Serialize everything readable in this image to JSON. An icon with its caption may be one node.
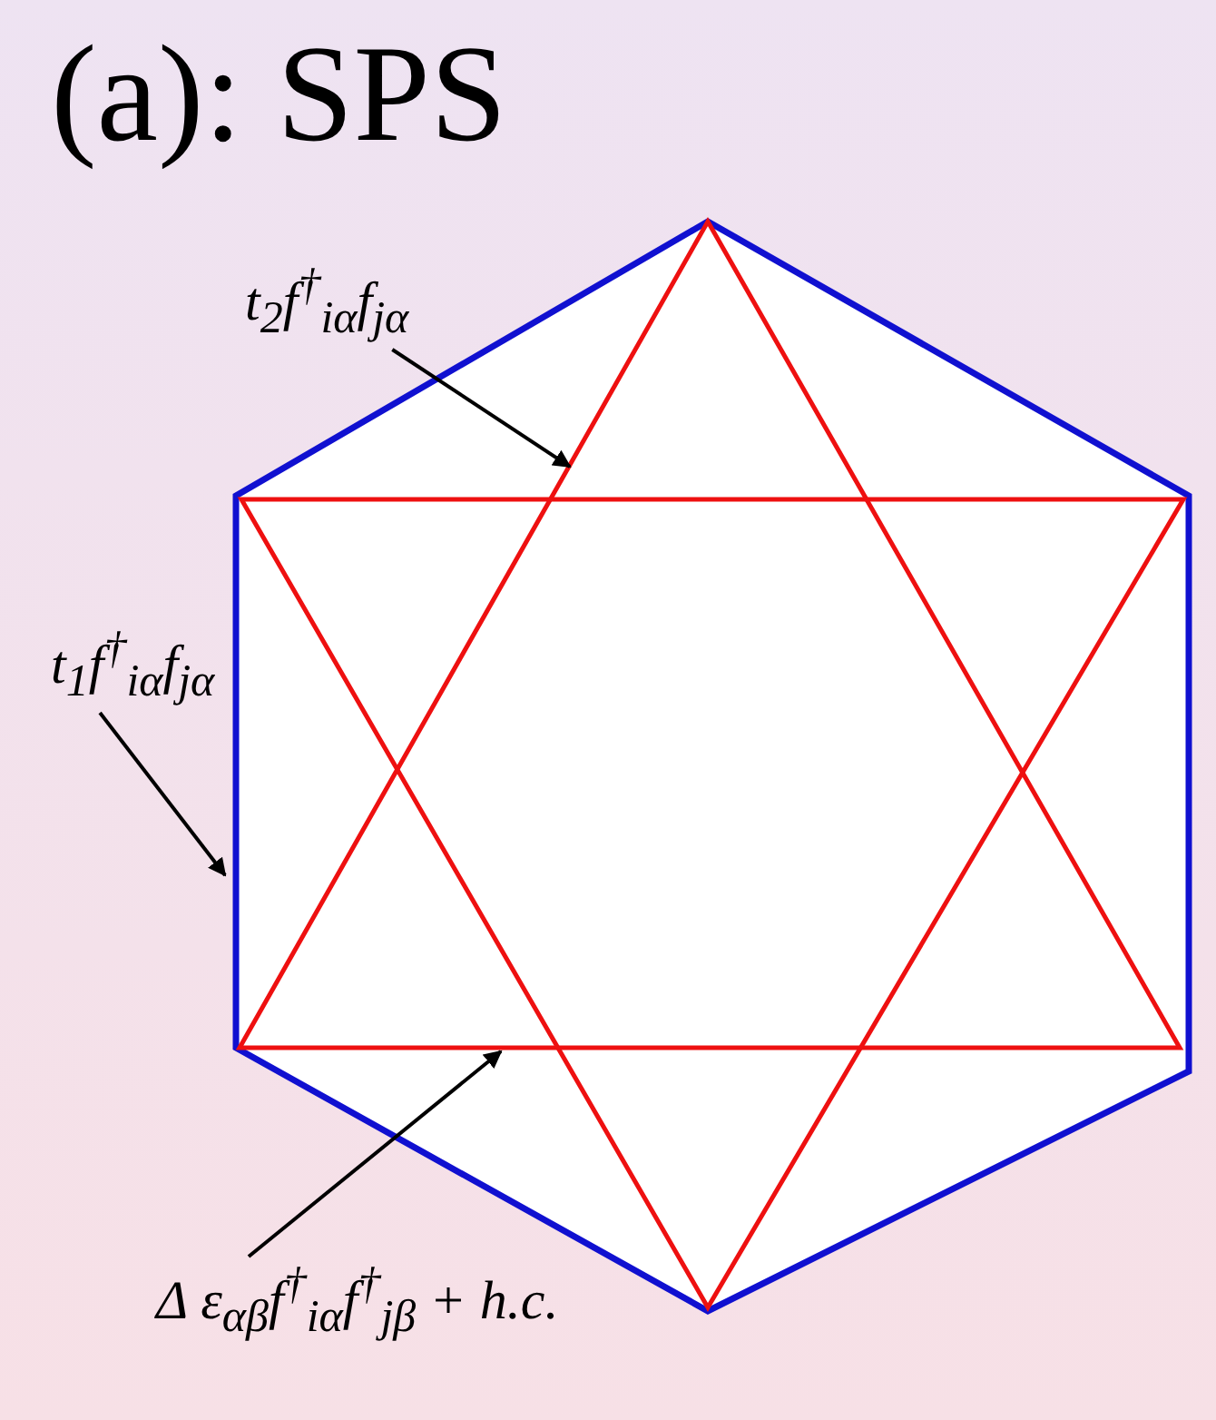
{
  "diagram": {
    "title": "(a): SPS",
    "nodes": [
      {
        "text": [
          "t$_{2}$f$^{†}$$_{iα}$f$_{jα}$"
        ]
      },
      {
        "text": [
          "t$_{1}$f$^{†}$$_{iα}$f$_{jα}$"
        ]
      },
      {
        "text": [
          "Δ ε$_{αβ}$f$^{†}$$_{iα}$f$^{†}$$_{jβ}$ + h.c."
        ]
      }
    ],
    "edges": [
      {
        "from": 0,
        "to": null,
        "arrow": "to"
      },
      {
        "from": 1,
        "to": null,
        "arrow": "to"
      },
      {
        "from": 2,
        "to": null,
        "arrow": "to"
      }
    ]
  }
}
